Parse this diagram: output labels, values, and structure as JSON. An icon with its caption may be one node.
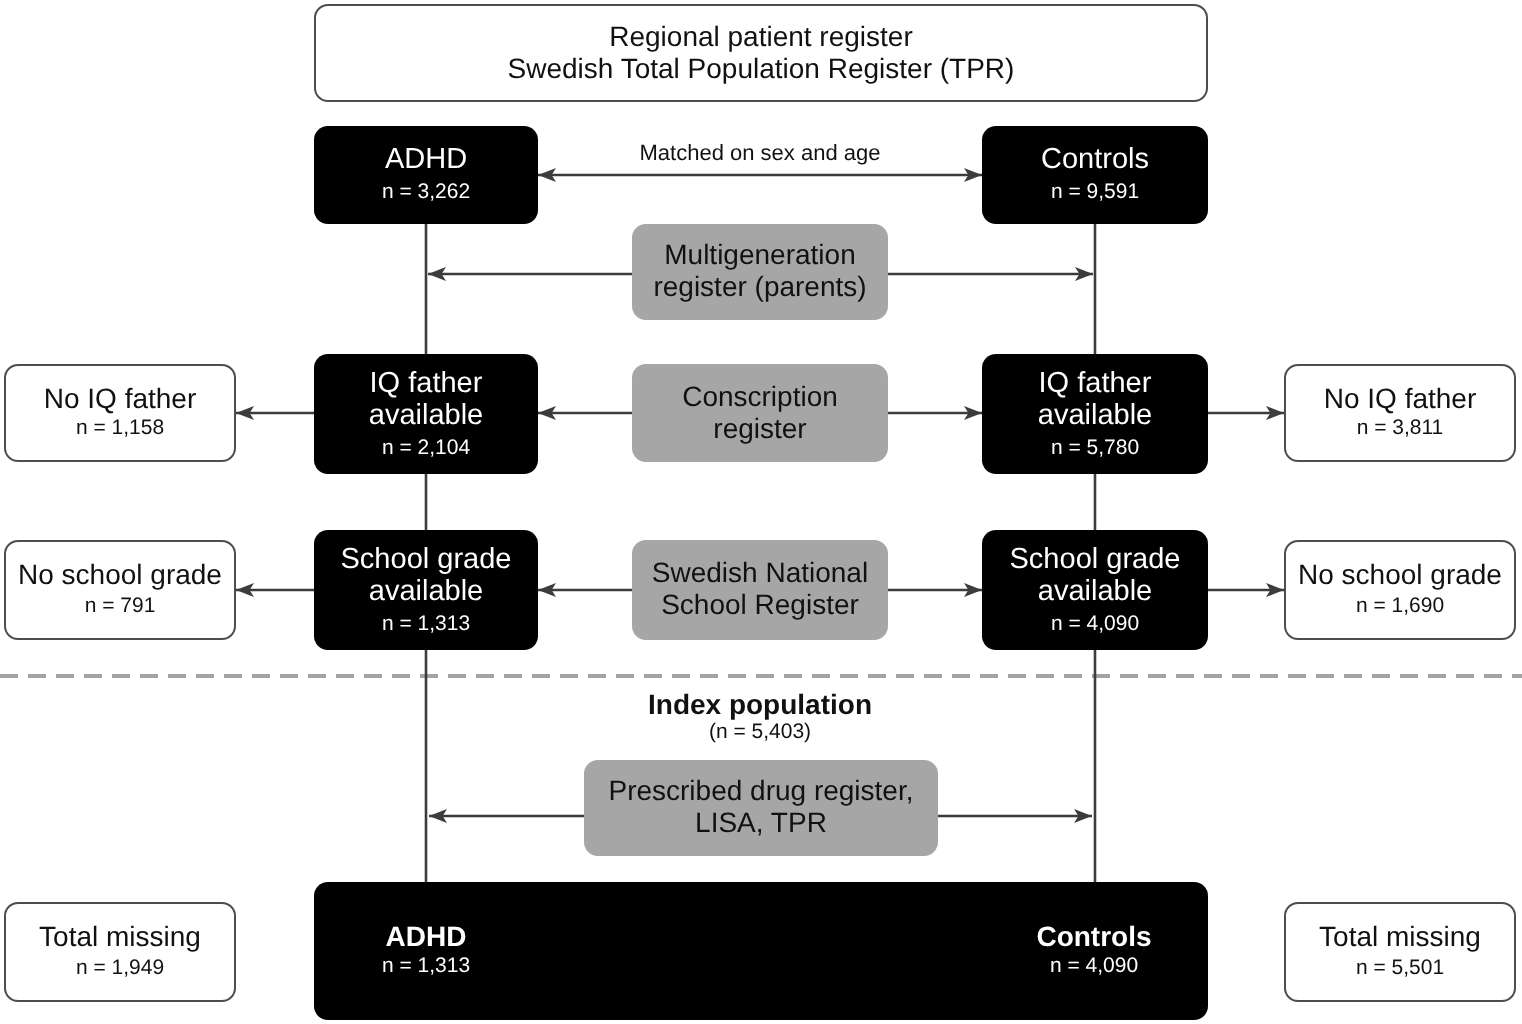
{
  "diagram": {
    "nodes": [
      {
        "text": [
          "Regional patient register",
          "Swedish Total Population Register (TPR)"
        ]
      },
      {
        "text": [
          "ADHD",
          "n = 3,262"
        ]
      },
      {
        "text": [
          "Controls",
          "n = 9,591"
        ]
      },
      {
        "text": [
          "Multigeneration register (parents)"
        ]
      },
      {
        "text": [
          "No IQ father",
          "n = 1,158"
        ]
      },
      {
        "text": [
          "IQ father available",
          "n = 2,104"
        ]
      },
      {
        "text": [
          "Conscription register"
        ]
      },
      {
        "text": [
          "IQ father available",
          "n = 5,780"
        ]
      },
      {
        "text": [
          "No IQ father",
          "n = 3,811"
        ]
      },
      {
        "text": [
          "No school grade",
          "n = 791"
        ]
      },
      {
        "text": [
          "School grade available",
          "n = 1,313"
        ]
      },
      {
        "text": [
          "Swedish National School Register"
        ]
      },
      {
        "text": [
          "School grade available",
          "n = 4,090"
        ]
      },
      {
        "text": [
          "No school grade",
          "n = 1,690"
        ]
      },
      {
        "text": [
          "Prescribed drug register, LISA, TPR"
        ]
      },
      {
        "text": [
          "ADHD",
          "n = 1,313",
          "Controls",
          "n = 4,090"
        ]
      },
      {
        "text": [
          "Total missing",
          "n = 1,949"
        ]
      },
      {
        "text": [
          "Total missing",
          "n = 5,501"
        ]
      }
    ],
    "edges": [
      {
        "from": 1,
        "to": 2,
        "arrow": "both",
        "label": "Matched on sex and age"
      },
      {
        "from": 1,
        "to": 5,
        "arrow": "none"
      },
      {
        "from": 2,
        "to": 7,
        "arrow": "none"
      },
      {
        "from": 3,
        "to": 1,
        "arrow": "to"
      },
      {
        "from": 3,
        "to": 2,
        "arrow": "to"
      },
      {
        "from": 6,
        "to": 5,
        "arrow": "to"
      },
      {
        "from": 6,
        "to": 7,
        "arrow": "to"
      },
      {
        "from": 5,
        "to": 4,
        "arrow": "to"
      },
      {
        "from": 7,
        "to": 8,
        "arrow": "to"
      },
      {
        "from": 5,
        "to": 10,
        "arrow": "none"
      },
      {
        "from": 7,
        "to": 12,
        "arrow": "none"
      },
      {
        "from": 11,
        "to": 10,
        "arrow": "to"
      },
      {
        "from": 11,
        "to": 12,
        "arrow": "to"
      },
      {
        "from": 10,
        "to": 9,
        "arrow": "to"
      },
      {
        "from": 12,
        "to": 13,
        "arrow": "to"
      },
      {
        "from": 10,
        "to": 15,
        "arrow": "none"
      },
      {
        "from": 12,
        "to": 15,
        "arrow": "none"
      },
      {
        "from": 14,
        "to": null,
        "arrow": "to"
      },
      {
        "from": 14,
        "to": null,
        "arrow": "to"
      }
    ],
    "labels": [
      "Index population",
      "(n = 5,403)"
    ]
  }
}
